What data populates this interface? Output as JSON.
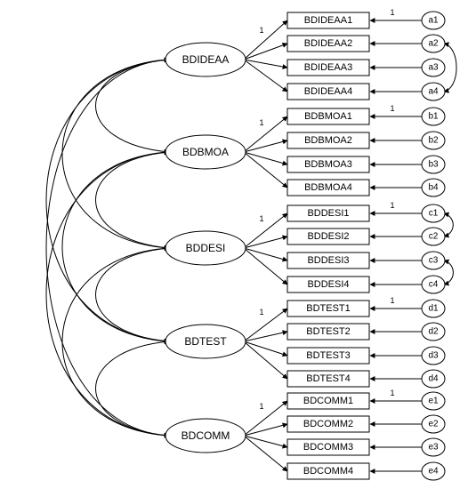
{
  "constructs": [
    {
      "name": "BDIDEAA",
      "loading_label": "1",
      "indicators": [
        {
          "name": "BDIDEAA1",
          "error": "a1",
          "loading_label": "1"
        },
        {
          "name": "BDIDEAA2",
          "error": "a2",
          "loading_label": ""
        },
        {
          "name": "BDIDEAA3",
          "error": "a3",
          "loading_label": ""
        },
        {
          "name": "BDIDEAA4",
          "error": "a4",
          "loading_label": ""
        }
      ]
    },
    {
      "name": "BDBMOA",
      "loading_label": "1",
      "indicators": [
        {
          "name": "BDBMOA1",
          "error": "b1",
          "loading_label": "1"
        },
        {
          "name": "BDBMOA2",
          "error": "b2",
          "loading_label": ""
        },
        {
          "name": "BDBMOA3",
          "error": "b3",
          "loading_label": ""
        },
        {
          "name": "BDBMOA4",
          "error": "b4",
          "loading_label": ""
        }
      ]
    },
    {
      "name": "BDDESI",
      "loading_label": "1",
      "indicators": [
        {
          "name": "BDDESI1",
          "error": "c1",
          "loading_label": "1"
        },
        {
          "name": "BDDESI2",
          "error": "c2",
          "loading_label": ""
        },
        {
          "name": "BDDESI3",
          "error": "c3",
          "loading_label": ""
        },
        {
          "name": "BDDESI4",
          "error": "c4",
          "loading_label": ""
        }
      ]
    },
    {
      "name": "BDTEST",
      "loading_label": "1",
      "indicators": [
        {
          "name": "BDTEST1",
          "error": "d1",
          "loading_label": "1"
        },
        {
          "name": "BDTEST2",
          "error": "d2",
          "loading_label": ""
        },
        {
          "name": "BDTEST3",
          "error": "d3",
          "loading_label": ""
        },
        {
          "name": "BDTEST4",
          "error": "d4",
          "loading_label": ""
        }
      ]
    },
    {
      "name": "BDCOMM",
      "loading_label": "1",
      "indicators": [
        {
          "name": "BDCOMM1",
          "error": "e1",
          "loading_label": "1"
        },
        {
          "name": "BDCOMM2",
          "error": "e2",
          "loading_label": ""
        },
        {
          "name": "BDCOMM3",
          "error": "e3",
          "loading_label": ""
        },
        {
          "name": "BDCOMM4",
          "error": "e4",
          "loading_label": ""
        }
      ]
    }
  ],
  "latent_covariances": [
    [
      "BDIDEAA",
      "BDBMOA"
    ],
    [
      "BDIDEAA",
      "BDDESI"
    ],
    [
      "BDIDEAA",
      "BDTEST"
    ],
    [
      "BDIDEAA",
      "BDCOMM"
    ],
    [
      "BDBMOA",
      "BDDESI"
    ],
    [
      "BDBMOA",
      "BDTEST"
    ],
    [
      "BDBMOA",
      "BDCOMM"
    ],
    [
      "BDDESI",
      "BDTEST"
    ],
    [
      "BDDESI",
      "BDCOMM"
    ],
    [
      "BDTEST",
      "BDCOMM"
    ]
  ],
  "error_covariances": [
    [
      "a2",
      "a4"
    ],
    [
      "c1",
      "c2"
    ],
    [
      "c3",
      "c4"
    ]
  ]
}
